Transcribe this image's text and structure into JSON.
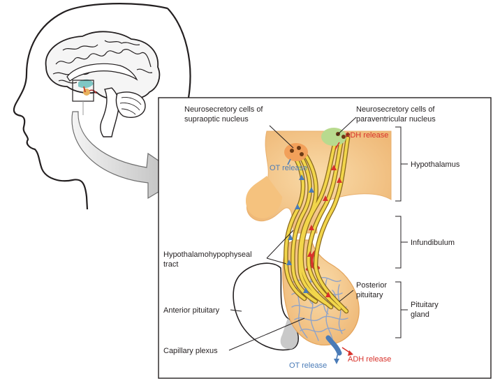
{
  "labels": {
    "supraoptic_line1": "Neurosecretory cells of",
    "supraoptic_line2": "supraoptic nucleus",
    "paraventricular_line1": "Neurosecretory cells of",
    "paraventricular_line2": "paraventricular nucleus",
    "adh_release_top": "ADH release",
    "ot_release_top": "OT release",
    "hypothalamus": "Hypothalamus",
    "infundibulum": "Infundibulum",
    "tract_line1": "Hypothalamohypophyseal",
    "tract_line2": "tract",
    "posterior_line1": "Posterior",
    "posterior_line2": "pituitary",
    "pituitary_line1": "Pituitary",
    "pituitary_line2": "gland",
    "anterior_pituitary": "Anterior pituitary",
    "capillary_plexus": "Capillary plexus",
    "ot_release_bottom": "OT release",
    "adh_release_bottom": "ADH release"
  },
  "colors": {
    "ot_blue": "#4a7bb7",
    "adh_red": "#d8322b",
    "tissue": "#f6c98b",
    "axon": "#f2d64b"
  }
}
